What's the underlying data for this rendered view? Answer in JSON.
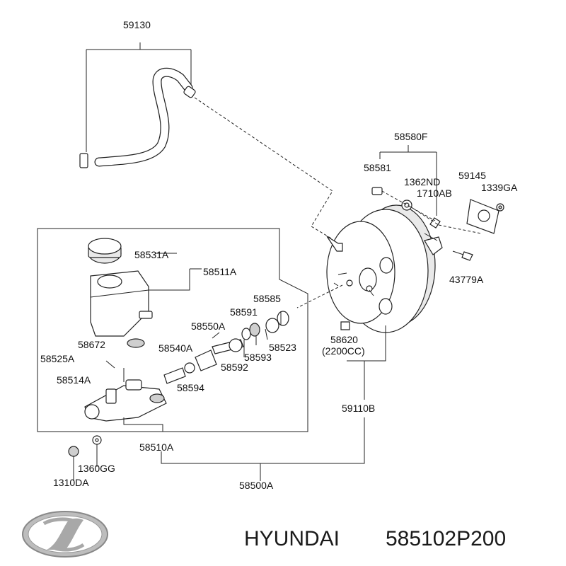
{
  "labels": {
    "l59130": "59130",
    "l58580F": "58580F",
    "l58581": "58581",
    "l1362ND": "1362ND",
    "l1710AB": "1710AB",
    "l59145": "59145",
    "l1339GA": "1339GA",
    "l43779A": "43779A",
    "l58531A": "58531A",
    "l58511A": "58511A",
    "l58585": "58585",
    "l58591": "58591",
    "l58550A": "58550A",
    "l58523": "58523",
    "l58672": "58672",
    "l58540A": "58540A",
    "l58593": "58593",
    "l58525A": "58525A",
    "l58592": "58592",
    "l58514A": "58514A",
    "l58594": "58594",
    "l58620": "58620",
    "l2200CC": "(2200CC)",
    "l59110B": "59110B",
    "l58510A": "58510A",
    "l1360GG": "1360GG",
    "l1310DA": "1310DA",
    "l58500A": "58500A"
  },
  "footer": {
    "brand": "HYUNDAI",
    "part_number": "585102P200",
    "logo_icon": "hyundai-logo-icon"
  }
}
